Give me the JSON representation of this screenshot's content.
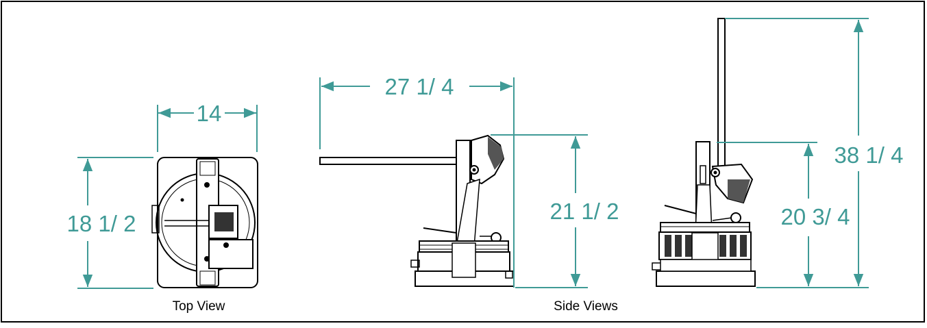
{
  "colors": {
    "dimension": "#3f9a96",
    "drawing": "#000000",
    "background": "#ffffff"
  },
  "top_view": {
    "caption": "Top View",
    "width_dim": "14",
    "height_dim": "18 1/ 2"
  },
  "side_views": {
    "caption": "Side Views",
    "reach_dim": "27 1/ 4",
    "height_low_dim": "21 1/ 2",
    "height_mid_dim": "20 3/ 4",
    "height_full_dim": "38 1/ 4"
  }
}
